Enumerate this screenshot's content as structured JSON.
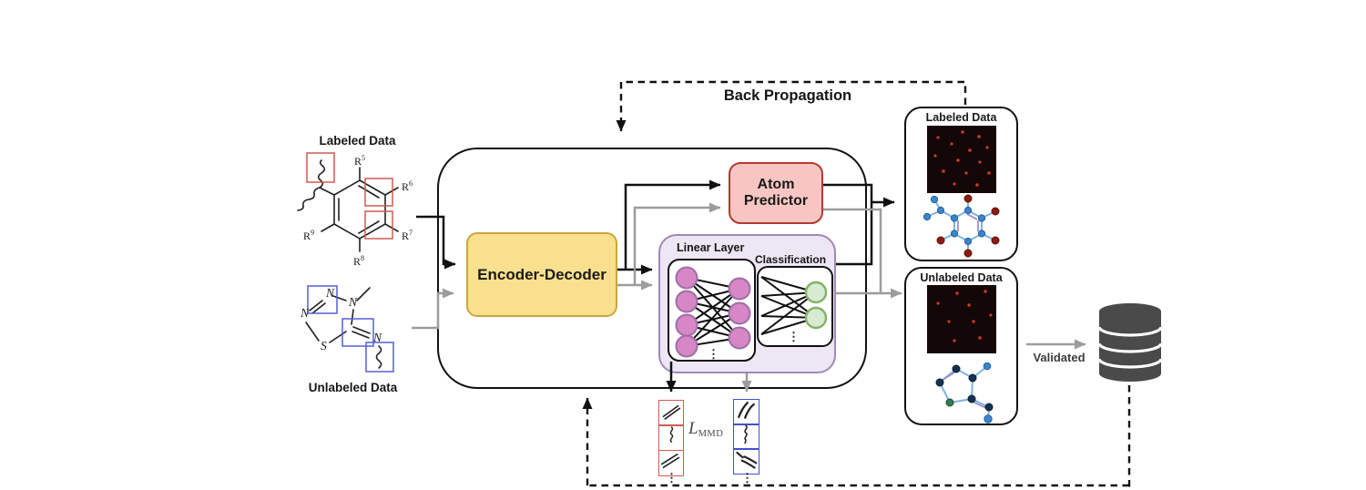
{
  "diagram": {
    "back_propagation": "Back Propagation",
    "validated": "Validated",
    "loss": {
      "symbol": "L",
      "subscript": "MMD"
    },
    "ellipsis": "⋮"
  },
  "left_panel": {
    "labeled_title": "Labeled Data",
    "unlabeled_title": "Unlabeled Data",
    "r_labels": [
      {
        "base": "R",
        "sup": "5"
      },
      {
        "base": "R",
        "sup": "6"
      },
      {
        "base": "R",
        "sup": "7"
      },
      {
        "base": "R",
        "sup": "8"
      },
      {
        "base": "R",
        "sup": "9"
      }
    ],
    "atoms": [
      "N",
      "N",
      "N",
      "S",
      "N"
    ]
  },
  "pipeline": {
    "encoder_decoder": "Encoder-Decoder",
    "atom_predictor": [
      "Atom",
      "Predictor"
    ],
    "linear_layer": "Linear Layer",
    "classification": "Classification"
  },
  "outputs": {
    "labeled_title": "Labeled Data",
    "unlabeled_title": "Unlabeled Data"
  },
  "colors": {
    "encoder_decoder_fill": "#F9E08E",
    "encoder_decoder_border": "#CBA63C",
    "atom_predictor_fill": "#F7C6C3",
    "atom_predictor_border": "#B23A31",
    "module_fill": "#EDE6F4",
    "module_border": "#A287B8",
    "node_pink": "#D787C6",
    "node_green": "#D9EAD3",
    "arrow_black": "#111111",
    "arrow_gray": "#9C9C9C",
    "highlight_red": "#CF5A50",
    "highlight_blue": "#4450CC",
    "database_gray": "#4A4A4A",
    "dot_red": "#D13A22"
  }
}
